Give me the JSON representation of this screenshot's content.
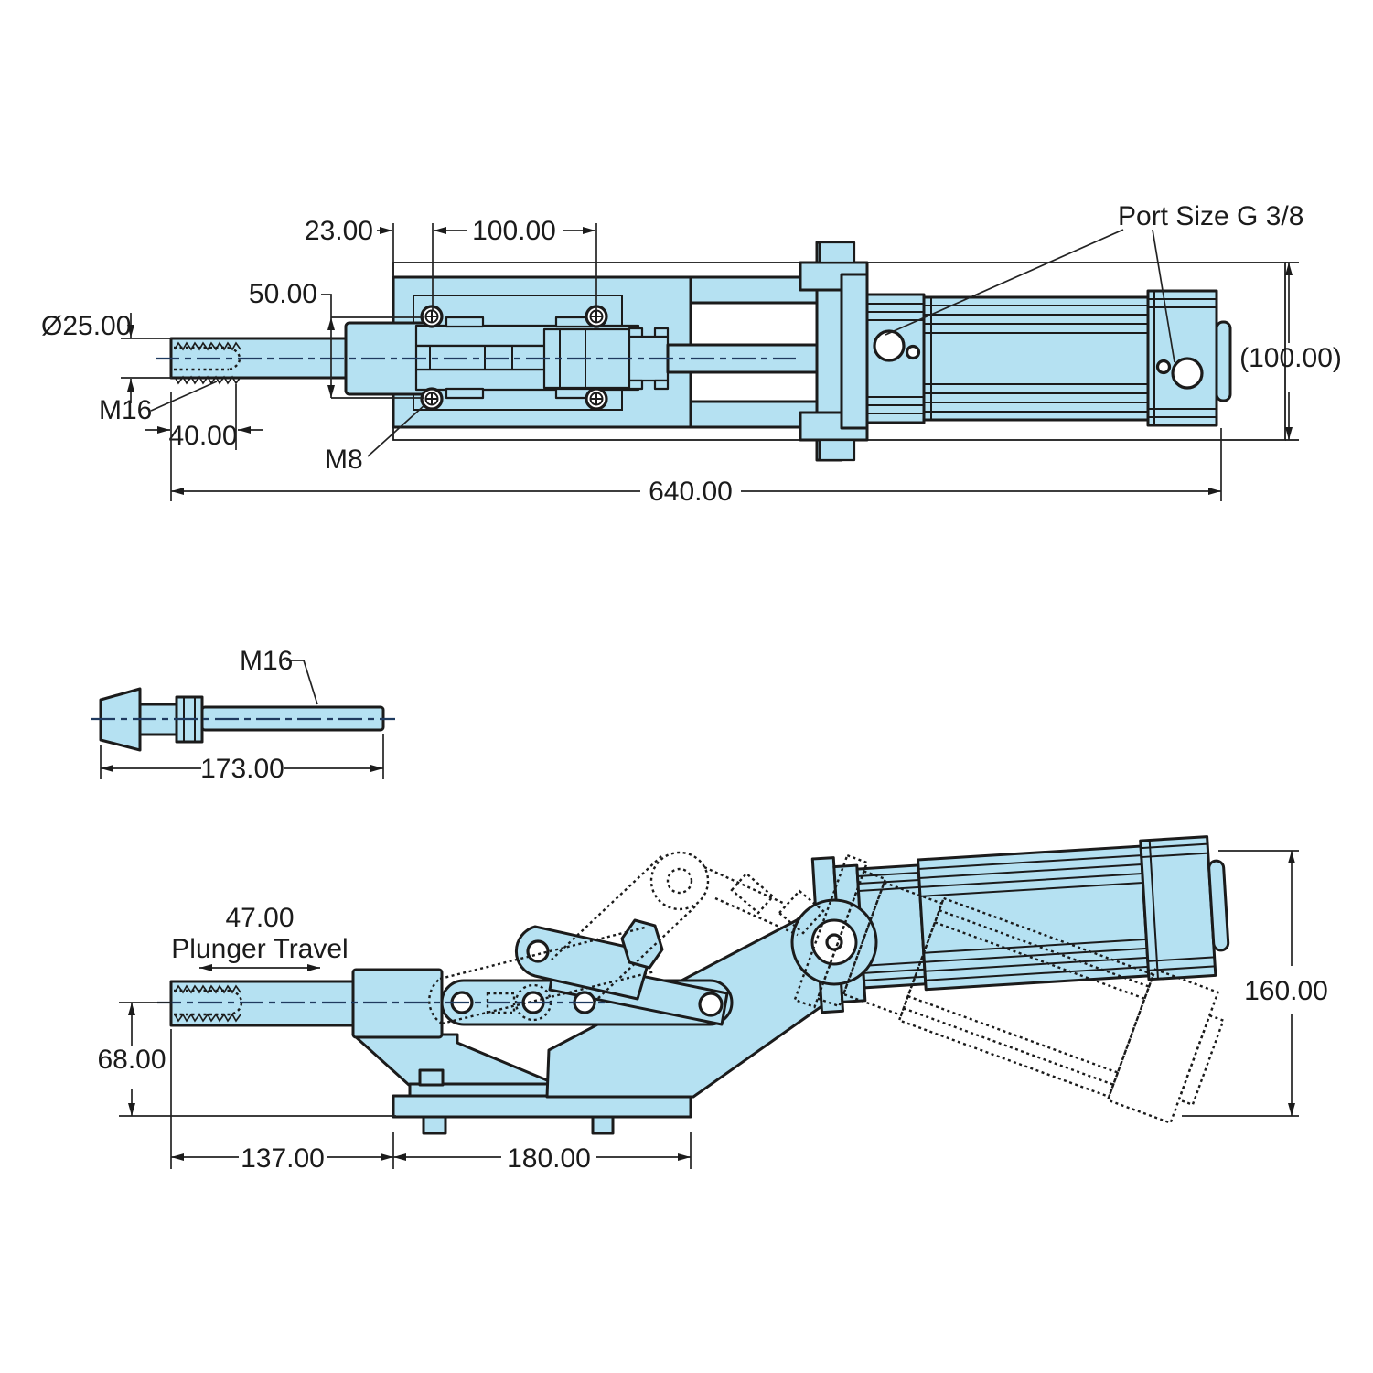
{
  "drawing": {
    "type": "technical-drawing",
    "subject": "Pneumatic toggle clamp with cylinder",
    "colors": {
      "part_fill": "#b5e1f2",
      "line": "#1b1b1b",
      "centerline": "#1f3a5f",
      "background": "#ffffff"
    },
    "top_view": {
      "dim_23": "23.00",
      "dim_100": "100.00",
      "dim_50": "50.00",
      "dim_dia25": "Ø25.00",
      "dim_40": "40.00",
      "dim_640": "640.00",
      "dim_100_ref": "(100.00)",
      "label_m16": "M16",
      "label_m8": "M8",
      "label_port": "Port Size G 3/8"
    },
    "detail_view": {
      "label_m16": "M16",
      "dim_173": "173.00"
    },
    "side_view": {
      "dim_47": "47.00",
      "label_plunger_travel": "Plunger Travel",
      "dim_68": "68.00",
      "dim_137": "137.00",
      "dim_180": "180.00",
      "dim_160": "160.00"
    }
  }
}
